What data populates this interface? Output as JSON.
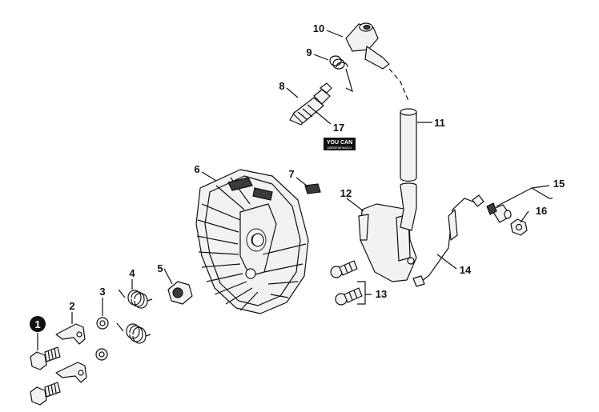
{
  "diagram": {
    "callouts": {
      "c1": "1",
      "c2": "2",
      "c3": "3",
      "c4": "4",
      "c5": "5",
      "c6": "6",
      "c7": "7",
      "c8": "8",
      "c9": "9",
      "c10": "10",
      "c11": "11",
      "c12": "12",
      "c13": "13",
      "c14": "14",
      "c15": "15",
      "c16": "16",
      "c17": "17"
    },
    "watermark": {
      "line1": "YOU CAN",
      "line2": "partsmanual.ru"
    },
    "colors": {
      "ink": "#111111",
      "background": "#ffffff"
    }
  }
}
